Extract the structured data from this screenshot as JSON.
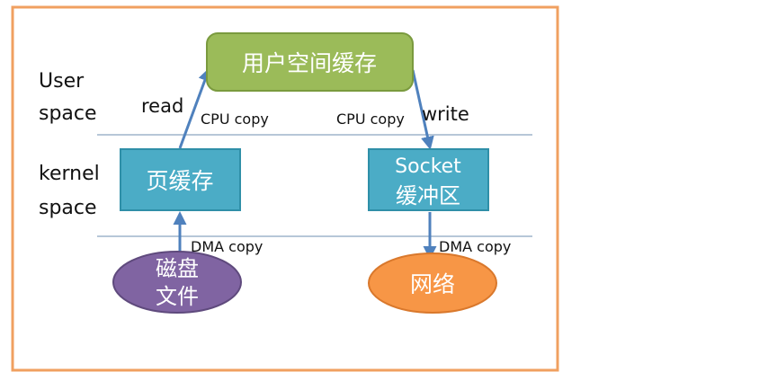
{
  "diagram": {
    "labels": {
      "user_space_line1": "User",
      "user_space_line2": "space",
      "kernel_space_line1": "kernel",
      "kernel_space_line2": "space"
    },
    "nodes": {
      "user_buffer": {
        "label": "用户空间缓存",
        "color": "#9bbb59",
        "border": "#7a9a3e"
      },
      "page_cache": {
        "label": "页缓存",
        "color": "#4bacc6",
        "border": "#2f8fa8"
      },
      "socket_buffer": {
        "line1": "Socket",
        "line2": "缓冲区",
        "color": "#4bacc6",
        "border": "#2f8fa8"
      },
      "disk_file": {
        "line1": "磁盘",
        "line2": "文件",
        "color": "#8064a2",
        "border": "#5f4a7d"
      },
      "network": {
        "label": "网络",
        "color": "#f79646",
        "border": "#d9782c"
      }
    },
    "edges": {
      "read_label": "read",
      "write_label": "write",
      "cpu_copy_left": "CPU copy",
      "cpu_copy_right": "CPU copy",
      "dma_copy_left": "DMA copy",
      "dma_copy_right": "DMA copy"
    },
    "colors": {
      "frame": "#f0a060",
      "arrow": "#4f81bd",
      "divider": "#6f8fb0"
    }
  }
}
